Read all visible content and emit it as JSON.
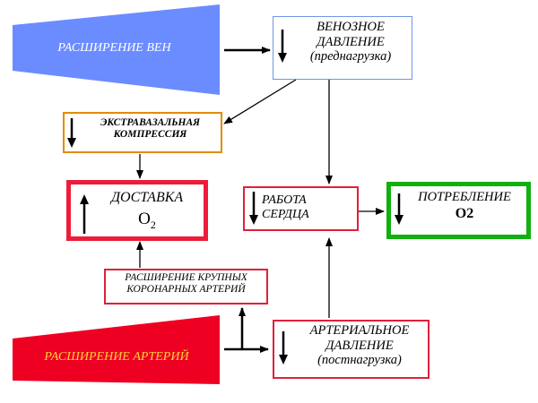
{
  "colors": {
    "veins_banner": "#6b8cff",
    "arteries_banner": "#ee0022",
    "veins_text": "#ffffff",
    "arteries_text": "#ffd23a",
    "venous_box_border": "#6f96e6",
    "extravascular_border": "#e08c00",
    "delivery_border": "#ee1c3a",
    "work_border": "#e0203c",
    "consumption_border": "#10b010",
    "coronary_border": "#e0203c",
    "arterial_box_border": "#e0203c",
    "arrows": "#000000"
  },
  "banners": {
    "veins": "РАСШИРЕНИЕ ВЕН",
    "arteries": "РАСШИРЕНИЕ АРТЕРИЙ"
  },
  "boxes": {
    "venous_pressure": {
      "line1": "ВЕНОЗНОЕ",
      "line2": "ДАВЛЕНИЕ",
      "line3": "(преднагрузка)",
      "indicator": "down-arrow-icon"
    },
    "extravascular": {
      "line1": "ЭКСТРАВАЗАЛЬНАЯ",
      "line2": "КОМПРЕССИЯ",
      "indicator": "down-arrow-icon"
    },
    "delivery": {
      "line1": "ДОСТАВКА",
      "formula_base": "O",
      "formula_sub": "2",
      "indicator": "up-arrow-icon"
    },
    "heart_work": {
      "line1": "РАБОТА",
      "line2": "СЕРДЦА",
      "indicator": "down-arrow-icon"
    },
    "consumption": {
      "line1": "ПОТРЕБЛЕНИЕ",
      "formula": "O2",
      "indicator": "down-arrow-icon"
    },
    "coronary": {
      "line1": "РАСШИРЕНИЕ КРУПНЫХ",
      "line2": "КОРОНАРНЫХ АРТЕРИЙ"
    },
    "arterial_pressure": {
      "line1": "АРТЕРИАЛЬНОЕ",
      "line2": "ДАВЛЕНИЕ",
      "line3": "(постнагрузка)",
      "indicator": "down-arrow-icon"
    }
  }
}
